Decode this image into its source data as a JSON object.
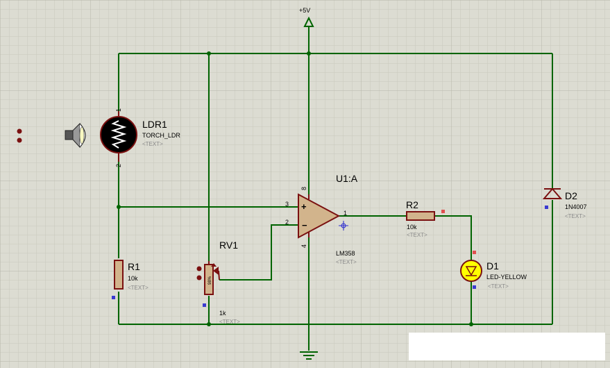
{
  "supply": {
    "label": "+5V"
  },
  "ldr": {
    "ref": "LDR1",
    "value": "TORCH_LDR",
    "text": "<TEXT>",
    "pin1": "1",
    "pin2": "2"
  },
  "opamp": {
    "ref": "U1:A",
    "value": "LM358",
    "text": "<TEXT>",
    "pin_plus": "3",
    "pin_minus": "2",
    "pin_out": "1",
    "pin_vcc": "8",
    "pin_gnd": "4",
    "plus_sign": "+",
    "minus_sign": "−"
  },
  "r1": {
    "ref": "R1",
    "value": "10k",
    "text": "<TEXT>"
  },
  "rv1": {
    "ref": "RV1",
    "value": "1k",
    "text": "<TEXT>",
    "percent": "98%"
  },
  "r2": {
    "ref": "R2",
    "value": "10k",
    "text": "<TEXT>"
  },
  "d1": {
    "ref": "D1",
    "value": "LED-YELLOW",
    "text": "<TEXT>"
  },
  "d2": {
    "ref": "D2",
    "value": "1N4007",
    "text": "<TEXT>"
  },
  "colors": {
    "wire": "#006400",
    "component": "#7a1010",
    "body": "#d2b48c",
    "led": "#ffff00",
    "grid_minor": "#c8c8bc",
    "grid_major": "#b9b9ad"
  },
  "icons": [
    "torch-icon",
    "ldr-icon",
    "opamp-icon",
    "resistor-icon",
    "potentiometer-icon",
    "led-icon",
    "diode-icon",
    "ground-icon",
    "power-arrow-icon"
  ]
}
